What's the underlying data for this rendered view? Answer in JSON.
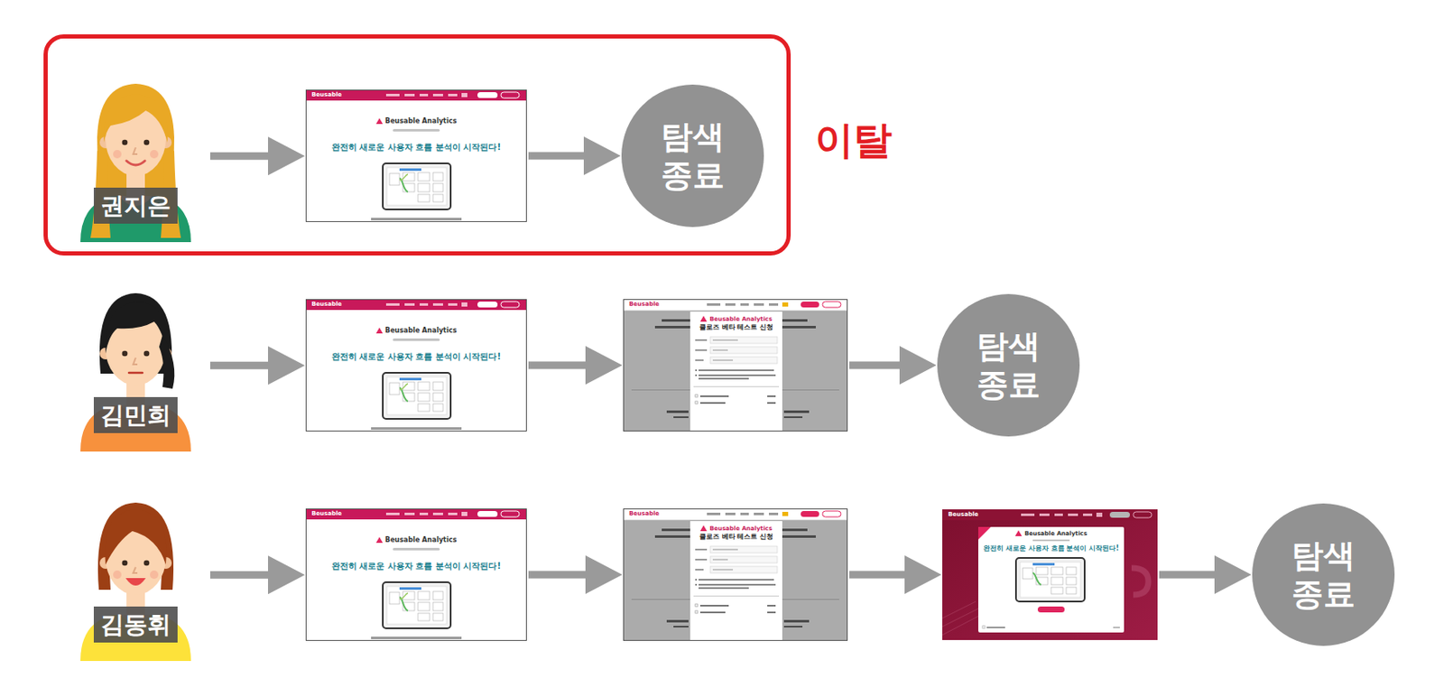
{
  "diagram": {
    "nodes": [
      {
        "text": [
          "이탈"
        ]
      },
      {
        "text": [
          "권지은"
        ],
        "in": 0
      },
      {
        "text": [
          "Beusable",
          "Beusable Analytics",
          "완전히 새로운 사용자 흐름 분석이 시작된다!"
        ],
        "in": 0
      },
      {
        "text": [
          "탐색 종료"
        ],
        "in": 0
      },
      {
        "text": [
          "김민희"
        ]
      },
      {
        "text": [
          "Beusable",
          "Beusable Analytics",
          "완전히 새로운 사용자 흐름 분석이 시작된다!"
        ]
      },
      {
        "text": [
          "Beusable",
          "Beusable Analytics",
          "클로즈 베타 테스트 신청"
        ]
      },
      {
        "text": [
          "탐색 종료"
        ]
      },
      {
        "text": [
          "김동휘"
        ]
      },
      {
        "text": [
          "Beusable",
          "Beusable Analytics",
          "완전히 새로운 사용자 흐름 분석이 시작된다!"
        ]
      },
      {
        "text": [
          "Beusable",
          "Beusable Analytics",
          "클로즈 베타 테스트 신청"
        ]
      },
      {
        "text": [
          "Beusable",
          "Beusable Analytics",
          "완전히 새로운 사용자 흐름 분석이 시작된다!"
        ]
      },
      {
        "text": [
          "탐색 종료"
        ]
      }
    ],
    "edges": [
      {
        "from": 1,
        "to": 2,
        "arrow": "to"
      },
      {
        "from": 2,
        "to": 3,
        "arrow": "to"
      },
      {
        "from": 4,
        "to": 5,
        "arrow": "to"
      },
      {
        "from": 5,
        "to": 6,
        "arrow": "to"
      },
      {
        "from": 6,
        "to": 7,
        "arrow": "to"
      },
      {
        "from": 8,
        "to": 9,
        "arrow": "to"
      },
      {
        "from": 9,
        "to": 10,
        "arrow": "to"
      },
      {
        "from": 10,
        "to": 11,
        "arrow": "to"
      },
      {
        "from": 11,
        "to": 12,
        "arrow": "to"
      }
    ]
  }
}
